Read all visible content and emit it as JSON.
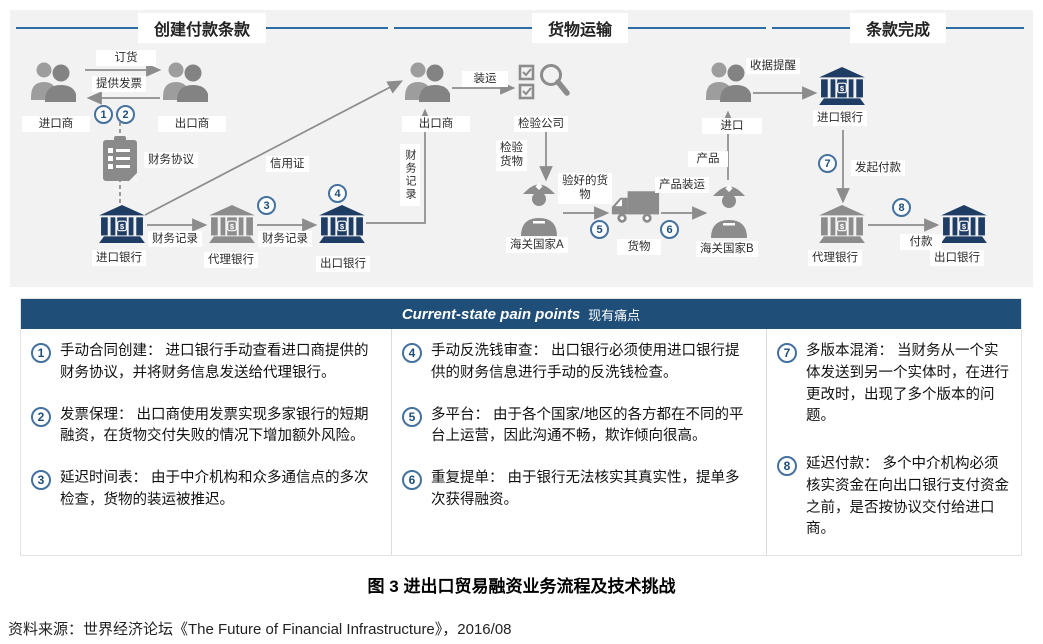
{
  "colors": {
    "accent_blue": "#2e6da4",
    "bank_blue": "#1e3c64",
    "icon_gray": "#8c8c8c",
    "pain_header_bg": "#1f4e79"
  },
  "diagram": {
    "phases": [
      {
        "label": "创建付款条款"
      },
      {
        "label": "货物运输"
      },
      {
        "label": "条款完成"
      }
    ],
    "labels": {
      "importer": "进口商",
      "exporter": "出口商",
      "order": "订货",
      "provide_invoice": "提供发票",
      "financial_agreement": "财务协议",
      "letter_of_credit": "信用证",
      "import_bank": "进口银行",
      "agent_bank": "代理银行",
      "export_bank": "出口银行",
      "financial_records_1": "财务记录",
      "financial_records_2": "财务记录",
      "financial_records_vertical": "财务记录",
      "exporter_mid": "出口商",
      "shipment": "装运",
      "inspection_company": "检验公司",
      "inspect_goods": "检验\n货物",
      "customs_country_a": "海关国家A",
      "checked_goods": "验好的货\n物",
      "goods": "货物",
      "product_shipping": "产品装运",
      "customs_country_b": "海关国家B",
      "product": "产品",
      "importer_right": "进口",
      "import_bank_right": "进口银行",
      "receipt_reminder": "收据提醒",
      "initiate_payment": "发起付款",
      "agent_bank_right": "代理银行",
      "payment": "付款",
      "export_bank_right": "出口银行"
    },
    "steps": [
      "1",
      "2",
      "3",
      "4",
      "5",
      "6",
      "7",
      "8"
    ]
  },
  "pain_points": {
    "title_en": "Current-state pain points",
    "title_zh": "现有痛点",
    "columns": [
      {
        "items": [
          {
            "num": "1",
            "text": "手动合同创建： 进口银行手动查看进口商提供的财务协议，并将财务信息发送给代理银行。"
          },
          {
            "num": "2",
            "text": "发票保理： 出口商使用发票实现多家银行的短期融资，在货物交付失败的情况下增加额外风险。"
          },
          {
            "num": "3",
            "text": "延迟时间表： 由于中介机构和众多通信点的多次检查，货物的装运被推迟。"
          }
        ]
      },
      {
        "items": [
          {
            "num": "4",
            "text": "手动反洗钱审查： 出口银行必须使用进口银行提供的财务信息进行手动的反洗钱检查。"
          },
          {
            "num": "5",
            "text": "多平台： 由于各个国家/地区的各方都在不同的平台上运营，因此沟通不畅，欺诈倾向很高。"
          },
          {
            "num": "6",
            "text": "重复提单： 由于银行无法核实其真实性，提单多次获得融资。"
          }
        ]
      },
      {
        "items": [
          {
            "num": "7",
            "text": "多版本混淆： 当财务从一个实体发送到另一个实体时，在进行更改时，出现了多个版本的问题。"
          },
          {
            "num": "8",
            "text": "延迟付款： 多个中介机构必须核实资金在向出口银行支付资金之前，是否按协议交付给进口商。"
          }
        ]
      }
    ]
  },
  "caption": "图 3 进出口贸易融资业务流程及技术挑战",
  "source": "资料来源：世界经济论坛《The Future of Financial Infrastructure》，2016/08"
}
